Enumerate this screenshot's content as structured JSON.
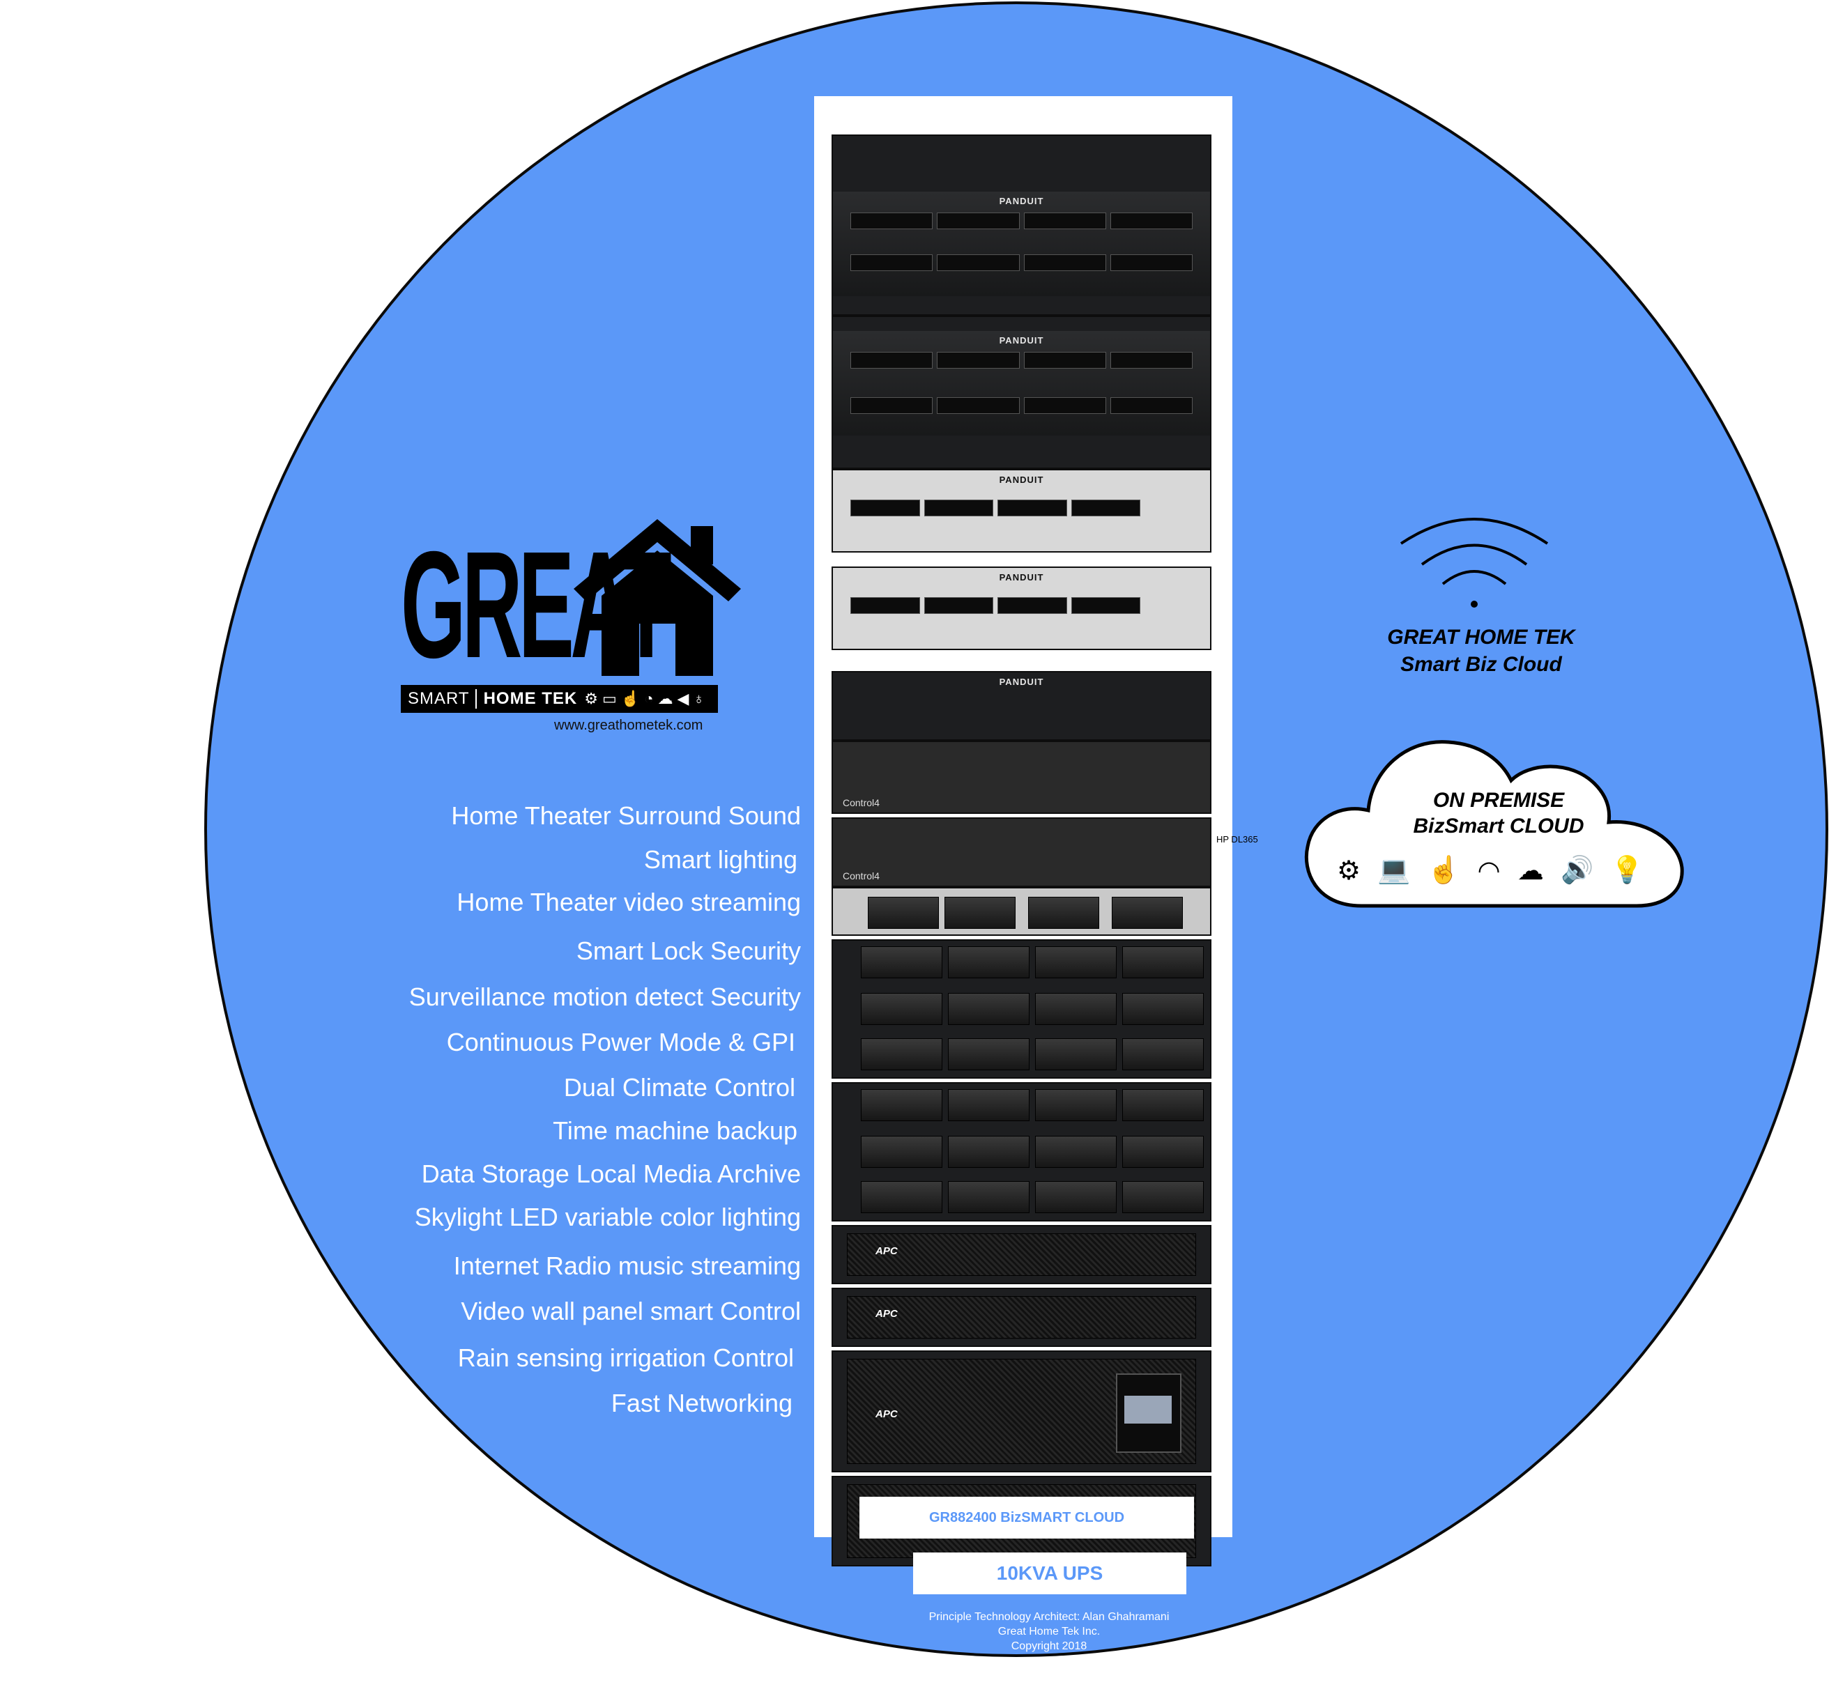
{
  "logo": {
    "word": "GREAT",
    "smart": "SMART",
    "hometek": "HOME TEK",
    "url": "www.greathometek.com"
  },
  "features": [
    "Home Theater Surround Sound",
    "Smart lighting",
    "Home Theater video streaming",
    "Smart Lock Security",
    "Surveillance motion detect Security",
    "Continuous Power Mode & GPI",
    "Dual Climate Control",
    "Time machine  backup",
    "Data Storage Local Media Archive",
    "Skylight LED variable color lighting",
    "Internet Radio music streaming",
    "Video wall panel smart Control",
    "Rain sensing irrigation Control",
    "Fast Networking"
  ],
  "rack": {
    "brand": "PANDUIT",
    "server_label": "HP DL365",
    "ups_brand": "APC",
    "label": "GR882400 BizSMART CLOUD",
    "control_brand": "Control4"
  },
  "ups_label": "10KVA UPS",
  "credits": {
    "line1": "Principle Technology Architect: Alan Ghahramani",
    "line2": "Great Home Tek Inc.",
    "line3": "Copyright 2018"
  },
  "cloud_brand": {
    "line1": "GREAT HOME TEK",
    "line2": "Smart Biz Cloud"
  },
  "cloud": {
    "line1": "ON PREMISE",
    "line2": "BizSmart CLOUD",
    "icons": [
      "gears-icon",
      "laptop-icon",
      "touch-icon",
      "rss-icon",
      "cloud-download-icon",
      "speaker-icon",
      "lightbulb-icon"
    ]
  }
}
